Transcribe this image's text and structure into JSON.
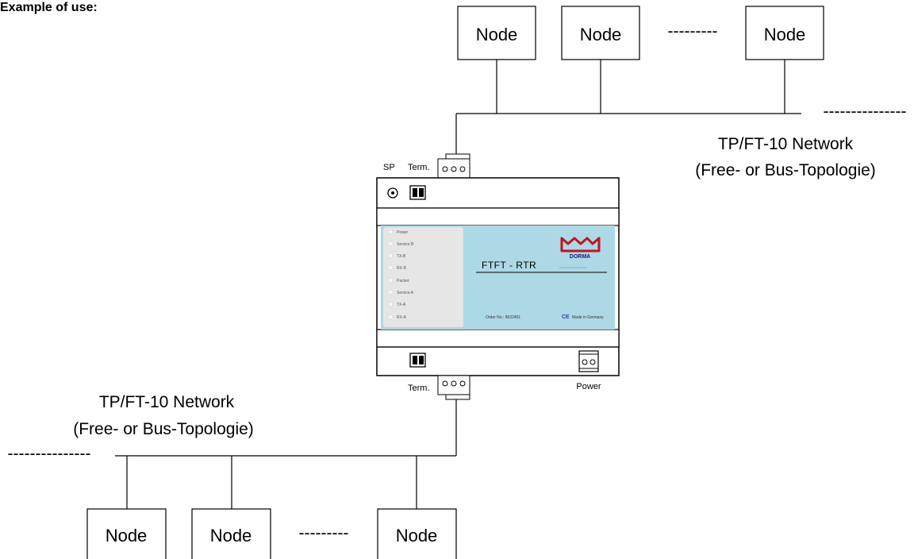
{
  "title": "Example of use:",
  "top_nodes": [
    "Node",
    "Node",
    "Node"
  ],
  "bottom_nodes": [
    "Node",
    "Node",
    "Node"
  ],
  "node_separator": "---------",
  "bus_ellipsis": "---------------",
  "network_top": {
    "line1": "TP/FT-10 Network",
    "line2": "(Free- or Bus-Topologie)"
  },
  "network_bottom": {
    "line1": "TP/FT-10 Network",
    "line2": "(Free- or Bus-Topologie)"
  },
  "device": {
    "model": "FTFT - RTR",
    "brand": "DORMA",
    "sp_label": "SP",
    "term_top_label": "Term.",
    "term_bottom_label": "Term.",
    "power_label": "Power",
    "led_labels": [
      "Power",
      "Service B",
      "TX-B",
      "RX-B",
      "Packet",
      "Service A",
      "TX-A",
      "RX-A"
    ],
    "order_no": "Order No.: 8632451",
    "ce_mark": "CE",
    "made_in": "Made in Germany",
    "panel_color": "#add8e6",
    "led_panel_color": "#e6e6e6",
    "logo_color": "#c0151f"
  }
}
